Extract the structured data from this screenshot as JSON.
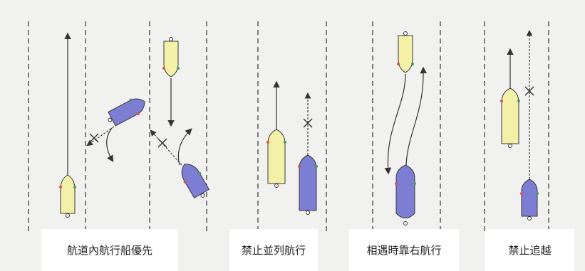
{
  "colors": {
    "background": "#f1f1ef",
    "yellow_boat": "#f3f0a8",
    "purple_boat": "#7c7ed3",
    "outline": "#3a3a3a",
    "red_light": "#d9534f",
    "green_light": "#4a9a5a"
  },
  "panels": [
    {
      "caption": "航道內航行船優先"
    },
    {
      "caption": "禁止並列航行"
    },
    {
      "caption": "相遇時靠右航行"
    },
    {
      "caption": "禁止追越"
    }
  ],
  "icons": [
    "cross-mark-icon",
    "arrow-icon",
    "boat-icon"
  ]
}
